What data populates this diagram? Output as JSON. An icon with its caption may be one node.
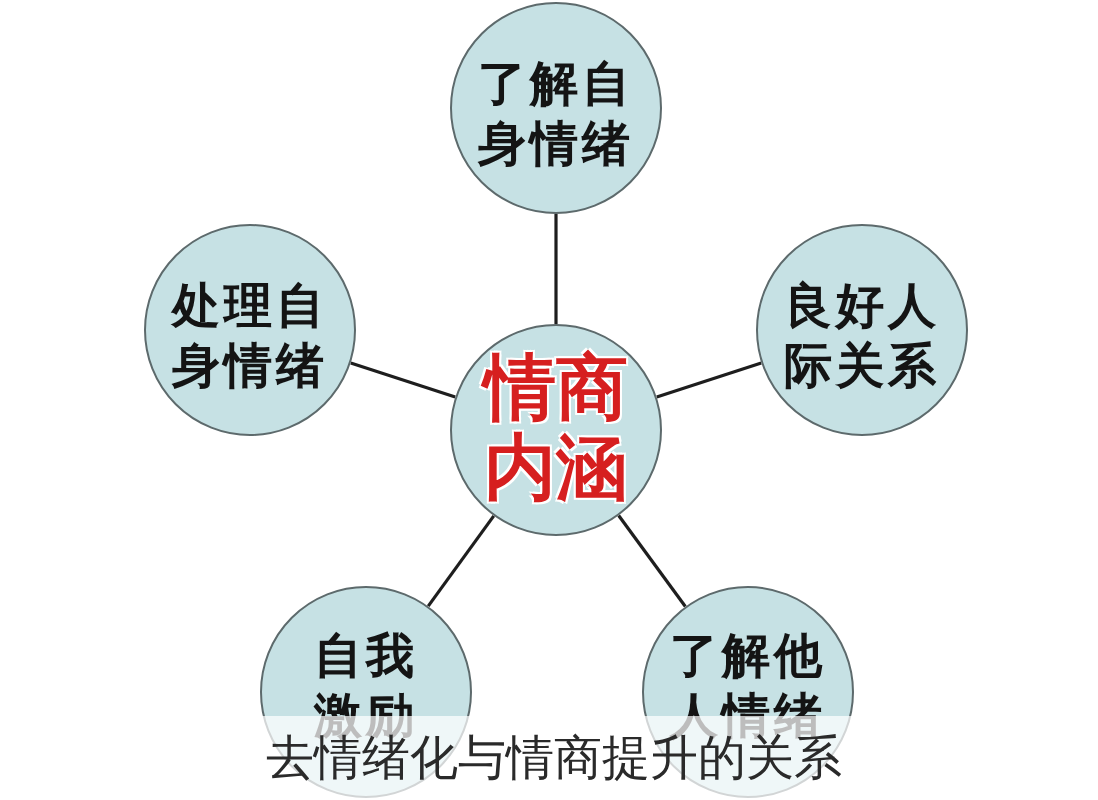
{
  "diagram": {
    "caption": "去情绪化与情商提升的关系",
    "nodes": [
      {
        "text": [
          "了解自身情绪"
        ]
      },
      {
        "text": [
          "处理自身情绪"
        ]
      },
      {
        "text": [
          "良好人际关系"
        ]
      },
      {
        "text": [
          "情商内涵"
        ]
      },
      {
        "text": [
          "自我激励"
        ]
      },
      {
        "text": [
          "了解他人情绪"
        ]
      }
    ],
    "edges": [
      {
        "from": 3,
        "to": 0,
        "arrow": "none"
      },
      {
        "from": 3,
        "to": 1,
        "arrow": "none"
      },
      {
        "from": 3,
        "to": 2,
        "arrow": "none"
      },
      {
        "from": 3,
        "to": 4,
        "arrow": "none"
      },
      {
        "from": 3,
        "to": 5,
        "arrow": "none"
      }
    ]
  }
}
